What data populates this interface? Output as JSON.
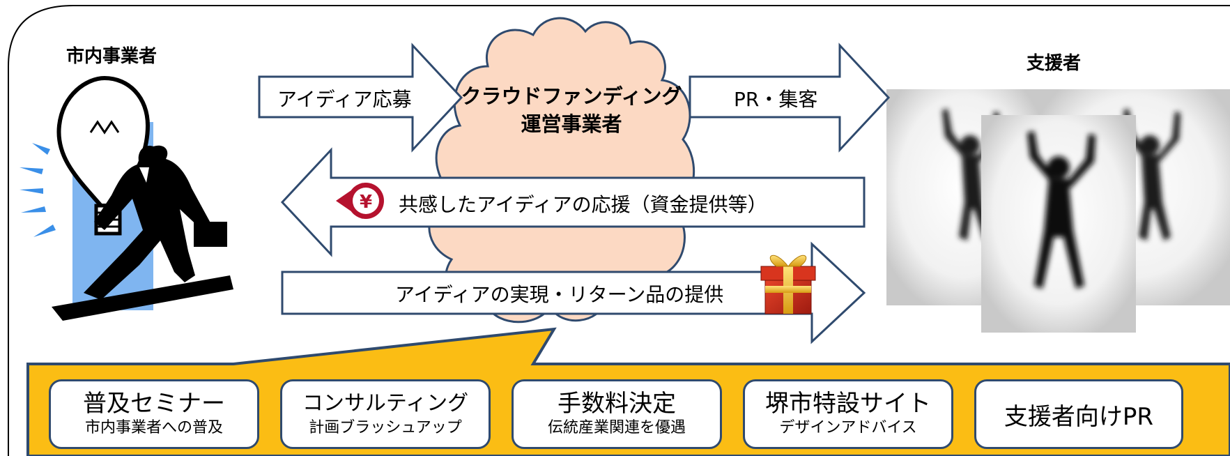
{
  "left_actor": {
    "title": "市内事業者"
  },
  "right_actor": {
    "title": "支援者"
  },
  "center": {
    "line1": "クラウドファンディング",
    "line2": "運営事業者"
  },
  "arrows": {
    "idea_submission": "アイディア応募",
    "pr": "PR・集客",
    "funding": "共感したアイディアの応援（資金提供等）",
    "return": "アイディアの実現・リターン品の提供"
  },
  "support_cards": [
    {
      "title": "普及セミナー",
      "sub": "市内事業者への普及"
    },
    {
      "title": "コンサルティング",
      "sub": "計画ブラッシュアップ"
    },
    {
      "title": "手数料決定",
      "sub": "伝統産業関連を優遇"
    },
    {
      "title": "堺市特設サイト",
      "sub": "デザインアドバイス"
    },
    {
      "title": "支援者向けPR"
    }
  ],
  "icons": [
    "lightbulb-businessman-icon",
    "yen-coin-icon",
    "gift-box-icon",
    "cheering-people-image"
  ],
  "colors": {
    "frame": "#2f4a6e",
    "cloud": "#fcd9c3",
    "panel": "#fbbd14",
    "bulb_bg": "#7fb5f0"
  }
}
